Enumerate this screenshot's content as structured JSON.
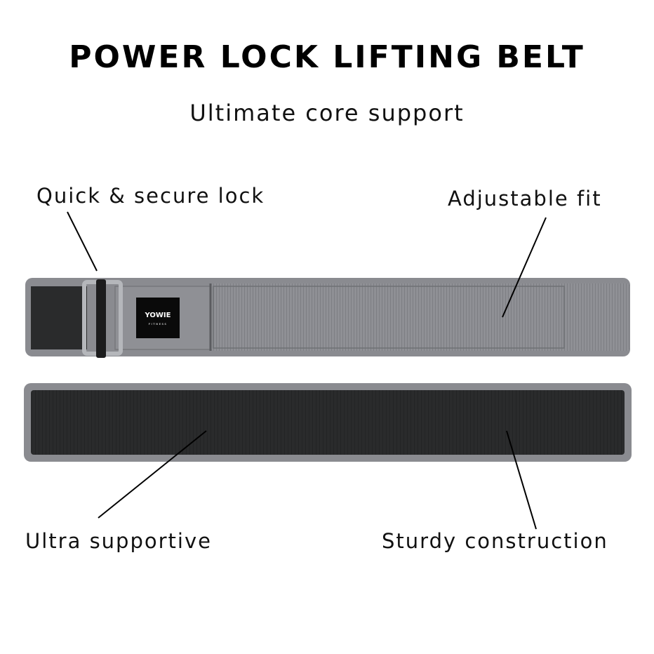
{
  "header": {
    "title": "POWER LOCK LIFTING BELT",
    "subtitle": "Ultimate core support"
  },
  "callouts": {
    "lock": "Quick & secure lock",
    "fit": "Adjustable fit",
    "supportive": "Ultra supportive",
    "sturdy": "Sturdy construction"
  },
  "belt_logo": {
    "brand": "YOWIE",
    "tagline": "FITNESS"
  },
  "colors": {
    "belt_gray": "#8e8f94",
    "belt_dark": "#2b2c2d",
    "logo_bg": "#0a0a0a"
  }
}
